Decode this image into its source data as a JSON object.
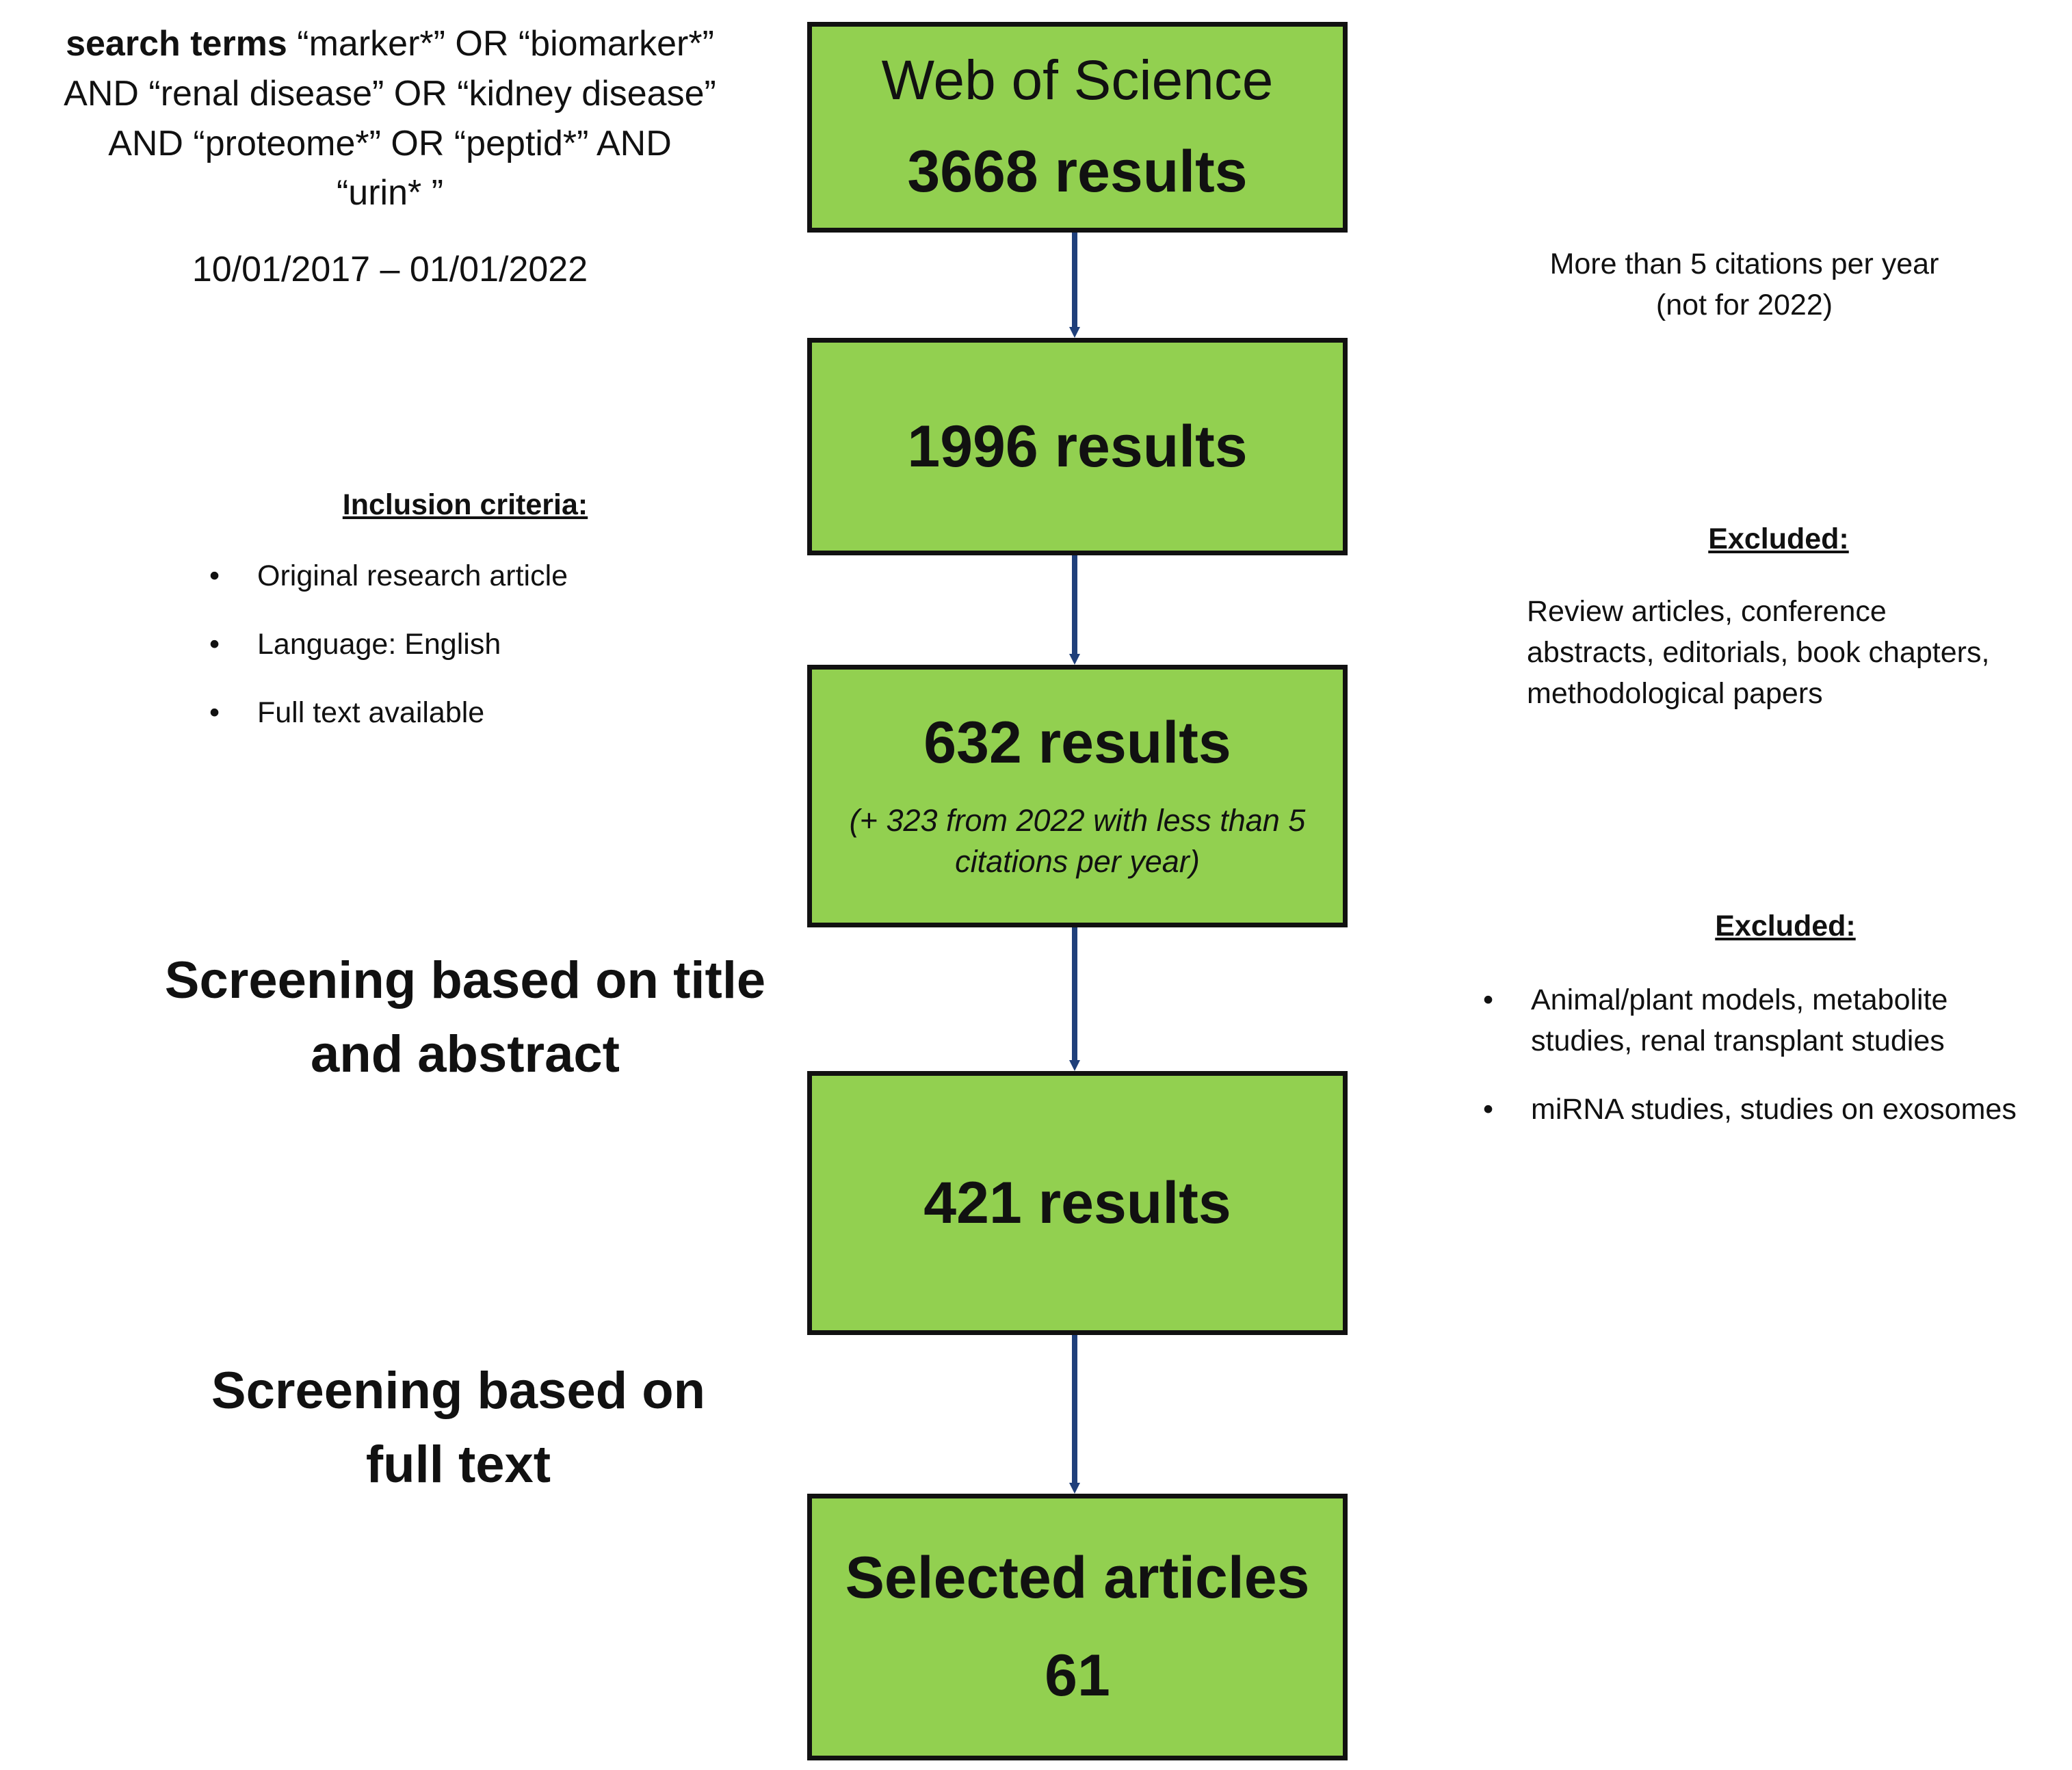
{
  "search": {
    "terms_label": "search terms",
    "terms_line1": "“marker*” OR “biomarker*”",
    "terms_line2": "AND “renal disease” OR “kidney disease”",
    "terms_line3": "AND “proteome*” OR “peptid*” AND",
    "terms_line4": "“urin* ”",
    "date_range": "10/01/2017 – 01/01/2022"
  },
  "boxes": [
    {
      "title": "Web of Science",
      "count": "3668 results"
    },
    {
      "count": "1996 results"
    },
    {
      "count": "632 results",
      "note_line1": "(+ 323 from 2022 with less than 5",
      "note_line2": "citations per year)"
    },
    {
      "count": "421 results"
    },
    {
      "title": "Selected articles",
      "count": "61"
    }
  ],
  "citation_filter": {
    "line1": "More than 5 citations per year",
    "line2": "(not for 2022)"
  },
  "inclusion": {
    "heading": "Inclusion criteria:",
    "items": [
      "Original research article",
      "Language: English",
      "Full text available"
    ]
  },
  "excluded_1": {
    "heading": "Excluded:",
    "line1": "Review articles, conference",
    "line2": "abstracts, editorials, book chapters,",
    "line3": "methodological papers"
  },
  "excluded_2": {
    "heading": "Excluded:",
    "items": [
      {
        "line1": "Animal/plant models, metabolite",
        "line2": "studies, renal transplant studies"
      },
      {
        "line1": "miRNA studies, studies on exosomes"
      }
    ]
  },
  "screening_1": {
    "line1": "Screening based on title",
    "line2": "and abstract"
  },
  "screening_2": {
    "line1": "Screening based on",
    "line2": "full text"
  },
  "colors": {
    "box_fill": "#92d050",
    "box_border": "#111111",
    "arrow": "#1f3f7a"
  }
}
